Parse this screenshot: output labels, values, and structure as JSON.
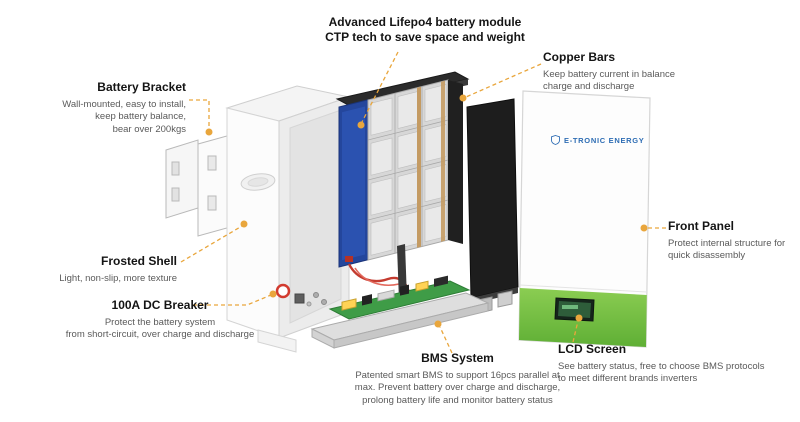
{
  "diagram": {
    "logo_text": "E-TRONIC ENERGY"
  },
  "labels": {
    "battery_module": {
      "title": "Advanced Lifepo4 battery module\nCTP tech to save space and weight"
    },
    "copper_bars": {
      "title": "Copper Bars",
      "desc": "Keep battery current in balance\ncharge and discharge"
    },
    "battery_bracket": {
      "title": "Battery Bracket",
      "desc": "Wall-mounted, easy to install,\nkeep battery balance,\nbear over 200kgs"
    },
    "frosted_shell": {
      "title": "Frosted Shell",
      "desc": "Light, non-slip, more texture"
    },
    "dc_breaker": {
      "title": "100A DC Breaker",
      "desc": "Protect the battery system\nfrom short-circuit, over charge and discharge"
    },
    "bms_system": {
      "title": "BMS System",
      "desc": "Patented smart BMS to support 16pcs parallel at\nmax. Prevent battery over charge and discharge,\nprolong battery life and monitor battery status"
    },
    "front_panel": {
      "title": "Front Panel",
      "desc": "Protect internal structure for\nquick disassembly"
    },
    "lcd_screen": {
      "title": "LCD Screen",
      "desc": "See battery status, free to choose BMS protocols\nto meet different brands inverters"
    }
  },
  "colors": {
    "leader": "#E9A63C",
    "pcb_green": "#3F9C47",
    "module_blue": "#24469C",
    "logo_blue": "#2E6DB4"
  }
}
